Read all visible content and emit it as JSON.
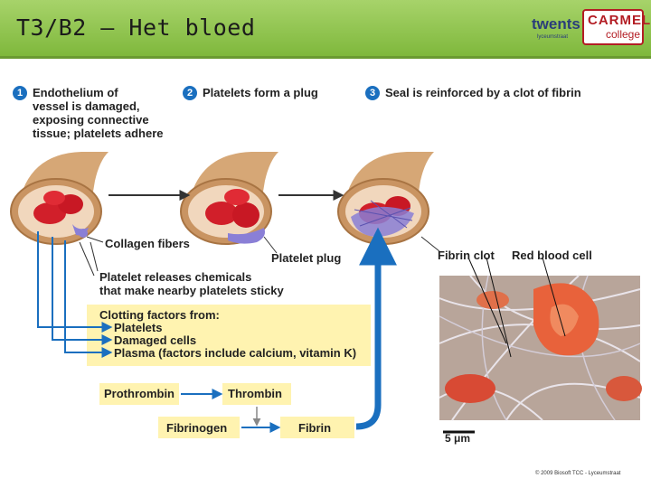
{
  "header": {
    "title": "T3/B2 – Het bloed",
    "logo_text": "twents",
    "logo_sub": "lyceumstraat",
    "logo_brand": "CARMEL",
    "logo_brand_sub": "college"
  },
  "steps": [
    {
      "num": "1",
      "text_lines": [
        "Endothelium of",
        "vessel is damaged,",
        "exposing connective",
        "tissue; platelets adhere"
      ]
    },
    {
      "num": "2",
      "text_lines": [
        "Platelets form a plug"
      ]
    },
    {
      "num": "3",
      "text_lines": [
        "Seal is reinforced by a clot of fibrin"
      ]
    }
  ],
  "labels": {
    "collagen": "Collagen fibers",
    "platelet_plug": "Platelet plug",
    "fibrin_clot": "Fibrin clot",
    "red_blood_cell": "Red blood cell",
    "releases_1": "Platelet releases chemicals",
    "releases_2": "that make nearby platelets sticky",
    "scale": "5 μm"
  },
  "clotting": {
    "heading": "Clotting factors from:",
    "items": [
      "Platelets",
      "Damaged cells",
      "Plasma (factors include calcium, vitamin K)"
    ]
  },
  "cascade": {
    "prothrombin": "Prothrombin",
    "thrombin": "Thrombin",
    "fibrinogen": "Fibrinogen",
    "fibrin": "Fibrin"
  },
  "footer": "© 2009 Biosoft TCC - Lyceumstraat",
  "colors": {
    "accent_blue": "#1a6fbf",
    "header_green": "#8cc34b",
    "highlight_yellow": "#fff3b0"
  }
}
